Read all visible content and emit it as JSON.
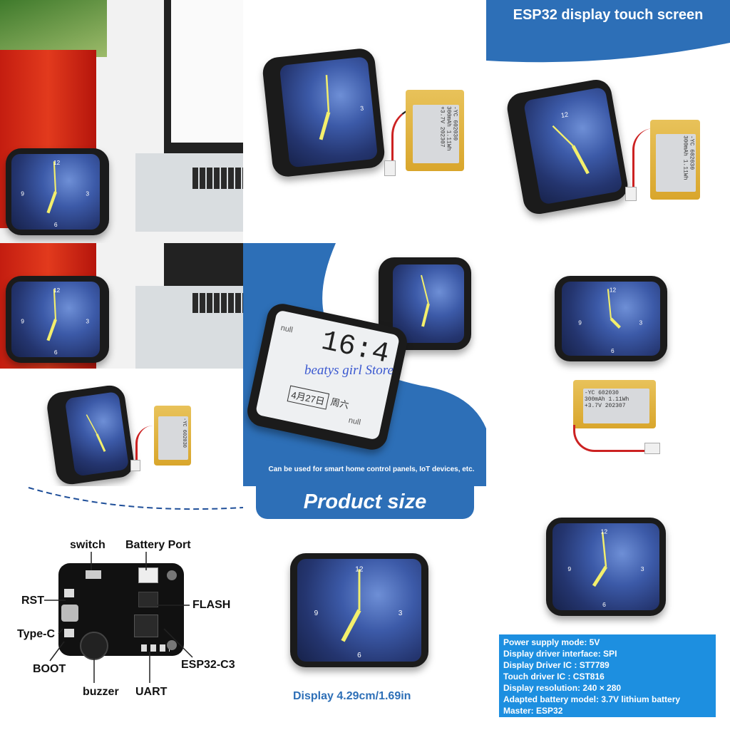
{
  "header": {
    "title": "ESP32 display touch screen"
  },
  "clock": {
    "n12": "12",
    "n3": "3",
    "n6": "6",
    "n9": "9"
  },
  "battery": {
    "line1": "-YC   602030",
    "line2": "300mAh 1.11Wh",
    "line3": "+3.7V   202307"
  },
  "watch_face": {
    "time": "16:4",
    "weekday": "周六",
    "date": "4月27日",
    "null1": "null",
    "null2": "null"
  },
  "watermark": "beatys girl Store",
  "usage_caption": "Can be used for smart home control panels, IoT devices, etc.",
  "product_size": {
    "title": "Product size",
    "display": "Display 4.29cm/1.69in"
  },
  "pcb_labels": {
    "switch": "switch",
    "battery_port": "Battery Port",
    "rst": "RST",
    "flash": "FLASH",
    "type_c": "Type-C",
    "boot": "BOOT",
    "esp32": "ESP32-C3",
    "buzzer": "buzzer",
    "uart": "UART"
  },
  "specs": [
    "Power supply mode: 5V",
    "Display driver interface: SPI",
    "Display Driver IC : ST7789",
    "Touch driver IC : CST816",
    "Display resolution: 240 × 280",
    "Adapted battery model: 3.7V lithium battery",
    "Master: ESP32"
  ],
  "colors": {
    "accent_blue": "#2d6fb7",
    "hand_yellow": "#f3ef6c"
  }
}
